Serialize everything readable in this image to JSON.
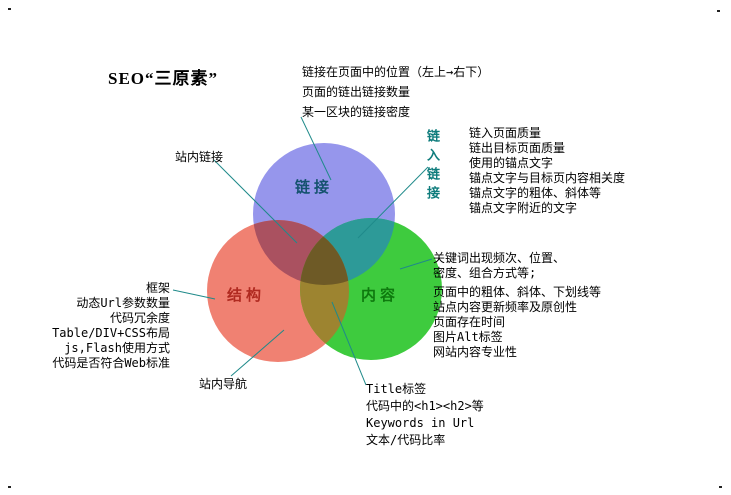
{
  "title": "SEO“三原素”",
  "colors": {
    "connector": "#1f8a8a",
    "accent_teal": "#0e7c7c",
    "background": "#ffffff"
  },
  "venn": {
    "links": {
      "label": "链接",
      "fill": "#9696ec",
      "label_color": "#14526e"
    },
    "structure": {
      "label": "结构",
      "fill": "#f08172",
      "label_color": "#b02a20"
    },
    "content": {
      "label": "内容",
      "fill": "#3ecb3e",
      "label_color": "#0e7a0e"
    },
    "overlap_links_structure": "#aa5160",
    "overlap_links_content": "#2d9a98",
    "overlap_structure_content": "#9d8430",
    "overlap_center": "#6e5a26"
  },
  "notes": {
    "top_links": [
      "链接在页面中的位置（左上→右下）",
      "页面的链出链接数量",
      "某一区块的链接密度"
    ],
    "site_links_label": "站内链接",
    "inbound_label": "链入链接",
    "inbound_items": [
      "链入页面质量",
      "链出目标页面质量",
      "使用的锚点文字",
      "锚点文字与目标页内容相关度",
      "锚点文字的粗体、斜体等",
      "锚点文字附近的文字"
    ],
    "structure_items": [
      "框架",
      "动态Url参数数量",
      "代码冗余度",
      "Table/DIV+CSS布局",
      "js,Flash使用方式",
      "代码是否符合Web标准"
    ],
    "site_nav_label": "站内导航",
    "content_items": [
      "关键词出现频次、位置、密度、组合方式等;",
      "页面中的粗体、斜体、下划线等",
      "站点内容更新频率及原创性",
      "页面存在时间",
      "图片Alt标签",
      "网站内容专业性"
    ],
    "onpage_items": [
      "Title标签",
      "代码中的<h1><h2>等",
      "Keywords in Url",
      "文本/代码比率"
    ]
  }
}
